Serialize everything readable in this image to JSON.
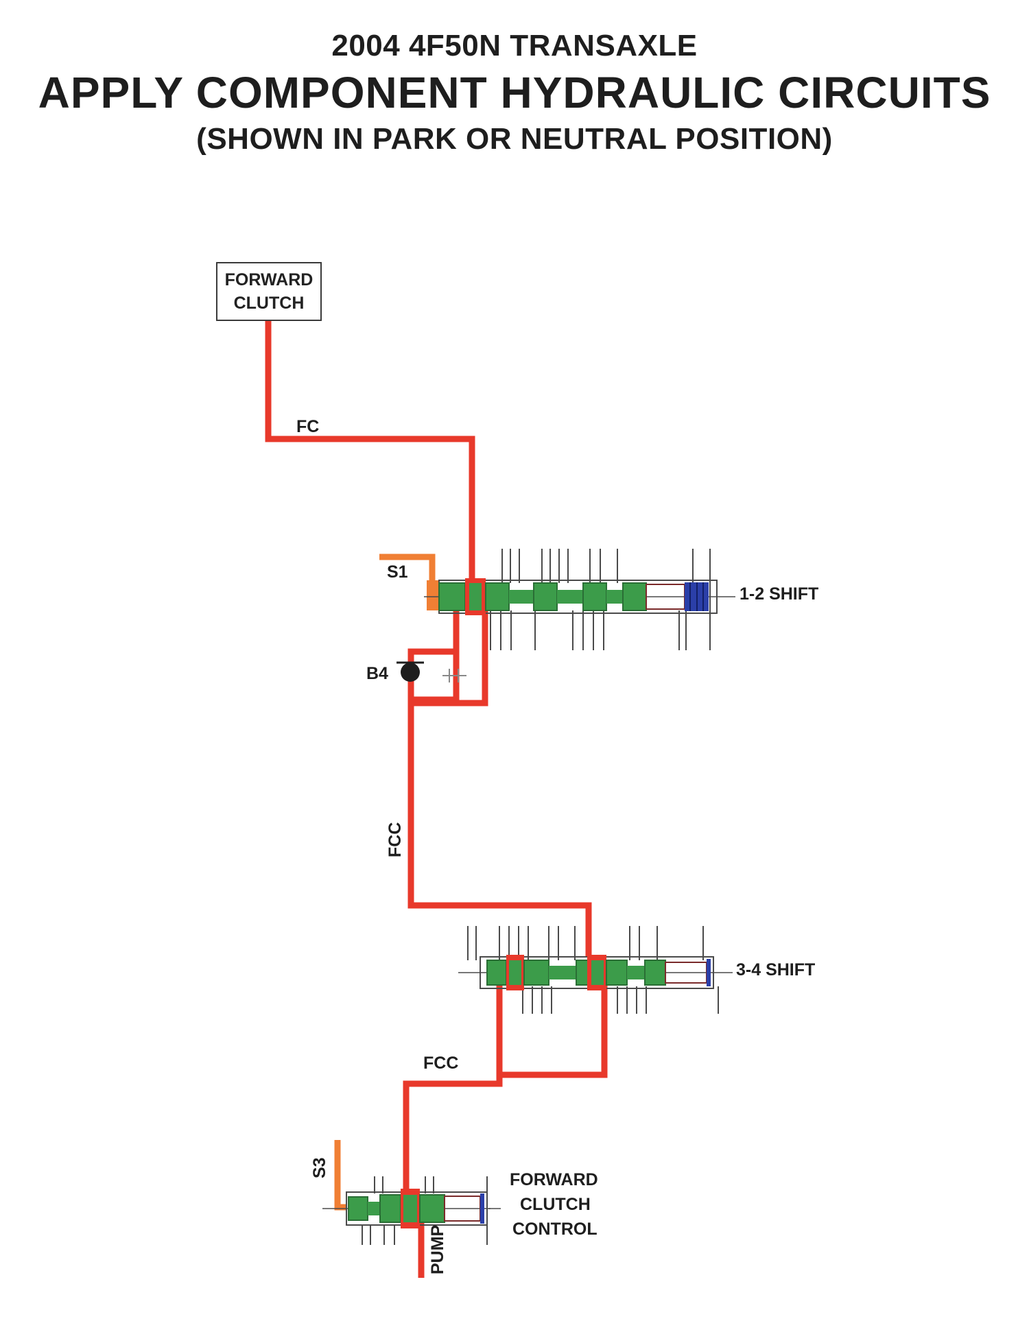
{
  "header": {
    "year_model": "2004 4F50N TRANSAXLE",
    "title": "APPLY COMPONENT HYDRAULIC CIRCUITS",
    "subtitle": "(SHOWN IN PARK OR NEUTRAL POSITION)"
  },
  "component_box": {
    "line1": "FORWARD",
    "line2": "CLUTCH"
  },
  "valves": {
    "shift_12": "1-2 SHIFT",
    "shift_34": "3-4 SHIFT",
    "fcc_line1": "FORWARD",
    "fcc_line2": "CLUTCH",
    "fcc_line3": "CONTROL"
  },
  "circuit_labels": {
    "fc": "FC",
    "fcc_upper": "FCC",
    "fcc_lower": "FCC",
    "s1": "S1",
    "b4": "B4",
    "s3": "S3",
    "pump": "PUMP"
  },
  "colors": {
    "circuit_fluid": "#e8392b",
    "solenoid_feed": "#f07f34",
    "spool_land": "#3c9c4a",
    "plug": "#2b3fa8",
    "valve_body": "#4a4a4a"
  }
}
